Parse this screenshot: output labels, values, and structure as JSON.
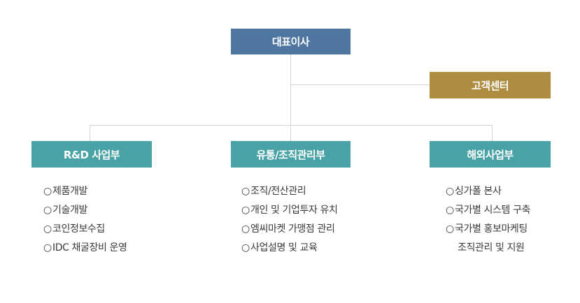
{
  "ceo": "대표이사",
  "customer_center": "고객센터",
  "departments": [
    {
      "name": "R&D 사업부",
      "items": [
        "제품개발",
        "기술개발",
        "코인정보수집",
        "IDC 채굴장비 운영"
      ]
    },
    {
      "name": "유통/조직관리부",
      "items": [
        "조직/전산관리",
        "개인 및 기업투자 유치",
        "엠씨마켓 가맹점 관리",
        "사업설명 및 교육"
      ]
    },
    {
      "name": "해외사업부",
      "items": [
        "싱가폴 본사",
        "국가별 시스템 구축",
        "국가별 홍보마케팅",
        "조직관리 및 지원"
      ]
    }
  ],
  "bullet": "○",
  "colors": {
    "ceo": "#4f76a1",
    "customer_center": "#ae8c40",
    "department": "#49a3a6",
    "connector": "#d4d4d4"
  }
}
